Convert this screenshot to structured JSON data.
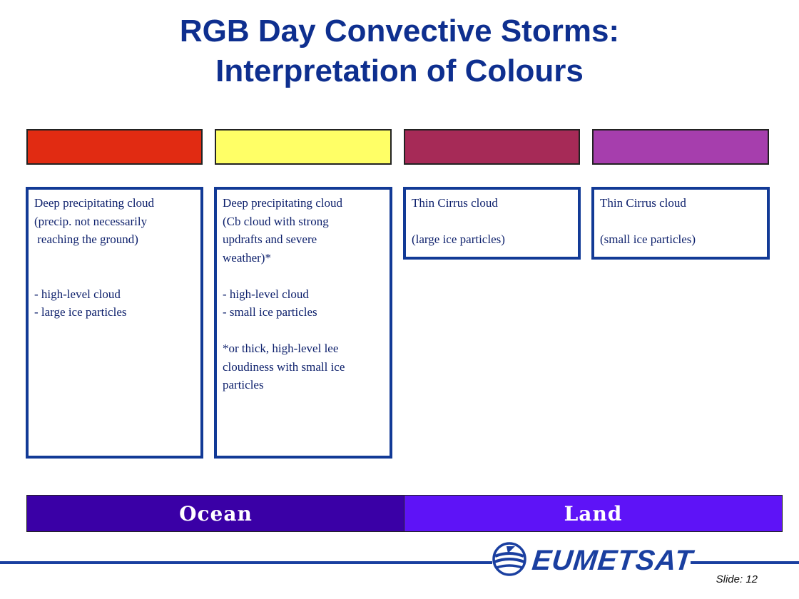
{
  "title": {
    "line1": "RGB Day Convective Storms:",
    "line2": "Interpretation of Colours"
  },
  "swatches": [
    {
      "color": "#e12b12"
    },
    {
      "color": "#ffff66"
    },
    {
      "color": "#a62a57"
    },
    {
      "color": "#a63ead"
    }
  ],
  "boxes": [
    {
      "text": "Deep precipitating cloud\n(precip. not necessarily\n reaching the ground)\n\n\n- high-level cloud\n- large ice particles"
    },
    {
      "text": "Deep precipitating cloud\n(Cb cloud with strong\nupdrafts and severe\nweather)*\n\n- high-level cloud\n- small ice particles\n\n*or thick, high-level lee\ncloudiness with small ice\nparticles"
    },
    {
      "text": "Thin Cirrus cloud\n\n(large ice particles)"
    },
    {
      "text": "Thin Cirrus cloud\n\n(small ice particles)"
    }
  ],
  "strip": {
    "ocean": {
      "label": "Ocean",
      "color": "#3a00a6"
    },
    "land": {
      "label": "Land",
      "color": "#5e13f7"
    }
  },
  "footer": {
    "logo_text": "EUMETSAT",
    "logo_icon": "eumetsat-globe-icon",
    "slide_label": "Slide:",
    "slide_number": "12"
  },
  "colors": {
    "accent": "#1a3fa0",
    "box_border": "#123a96"
  }
}
